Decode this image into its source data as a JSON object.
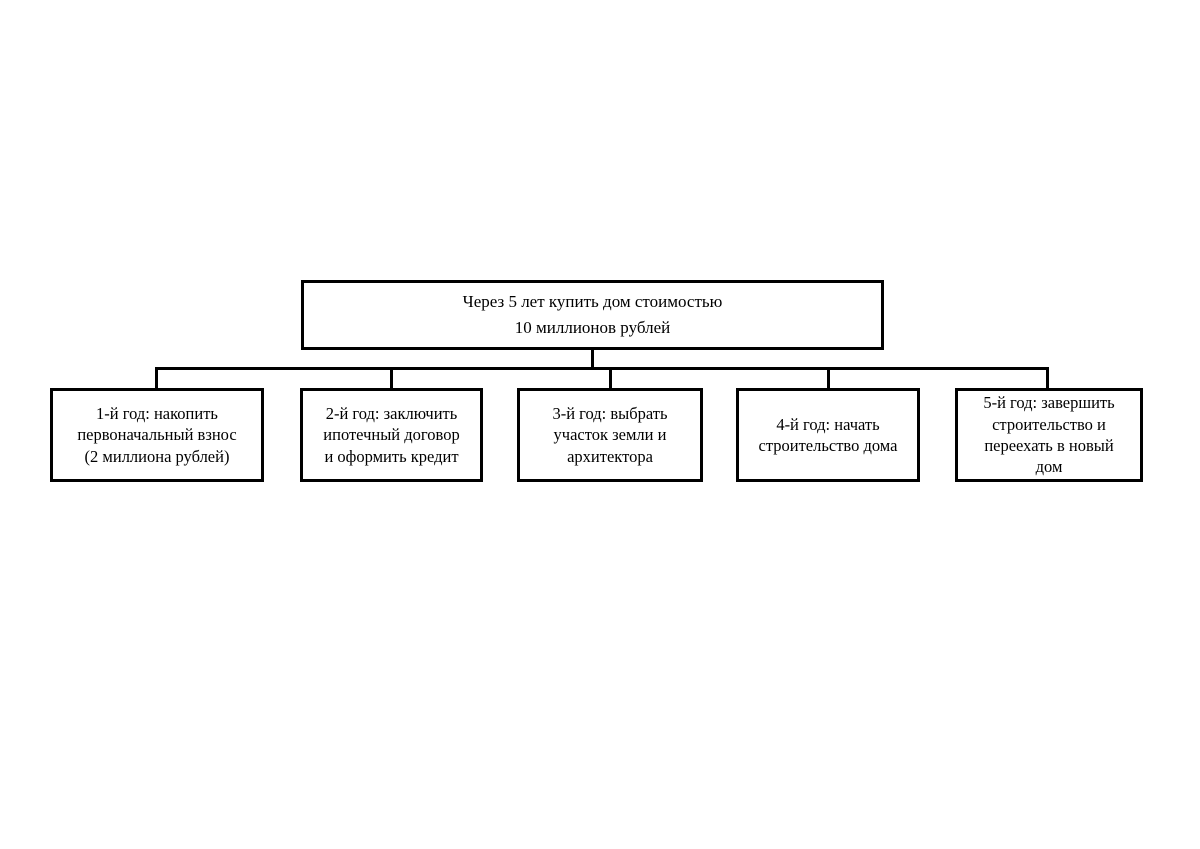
{
  "diagram": {
    "type": "tree",
    "orientation": "top-down",
    "background_color": "#ffffff",
    "line_color": "#000000",
    "text_color": "#000000",
    "root": {
      "label": "Через 5 лет купить дом стоимостью\n10 миллионов рублей",
      "line_1": "Через 5 лет купить дом стоимостью",
      "line_2": "10 миллионов рублей"
    },
    "children": [
      {
        "label": "1-й год: накопить\nпервоначальный взнос\n(2 миллиона рублей)",
        "line_1": "1-й год: накопить",
        "line_2": "первоначальный взнос",
        "line_3": "(2 миллиона рублей)"
      },
      {
        "label": "2-й год: заключить\nипотечный договор\nи оформить кредит",
        "line_1": "2-й год: заключить",
        "line_2": "ипотечный договор",
        "line_3": "и оформить кредит"
      },
      {
        "label": "3-й год: выбрать\nучасток земли и\nархитектора",
        "line_1": "3-й год: выбрать",
        "line_2": "участок земли и",
        "line_3": "архитектора"
      },
      {
        "label": "4-й год: начать\nстроительство дома",
        "line_1": "4-й год: начать",
        "line_2": "строительство дома"
      },
      {
        "label": "5-й год: завершить\nстроительство и\nпереехать в новый\nдом",
        "line_1": "5-й год: завершить",
        "line_2": "строительство и",
        "line_3": "переехать в новый",
        "line_4": "дом"
      }
    ]
  }
}
